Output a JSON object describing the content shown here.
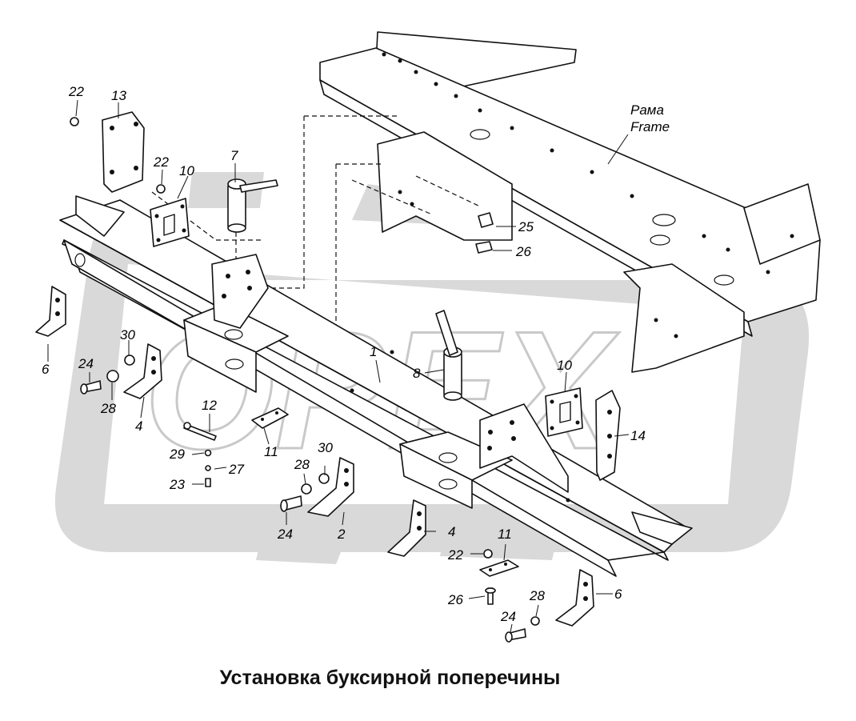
{
  "title": "Установка буксирной  поперечины",
  "watermark": {
    "text": "OPEX",
    "color": "#d9d9d9"
  },
  "frame_label": {
    "ru": "Рама",
    "en": "Frame"
  },
  "callouts": {
    "c1": "1",
    "c2": "2",
    "c4a": "4",
    "c4b": "4",
    "c6a": "6",
    "c6b": "6",
    "c7": "7",
    "c8": "8",
    "c10a": "10",
    "c10b": "10",
    "c11a": "11",
    "c11b": "11",
    "c12": "12",
    "c13": "13",
    "c14": "14",
    "c22a": "22",
    "c22b": "22",
    "c22c": "22",
    "c23": "23",
    "c24a": "24",
    "c24b": "24",
    "c24c": "24",
    "c25": "25",
    "c26a": "26",
    "c26b": "26",
    "c27": "27",
    "c28a": "28",
    "c28b": "28",
    "c28c": "28",
    "c29": "29",
    "c30a": "30",
    "c30b": "30"
  }
}
